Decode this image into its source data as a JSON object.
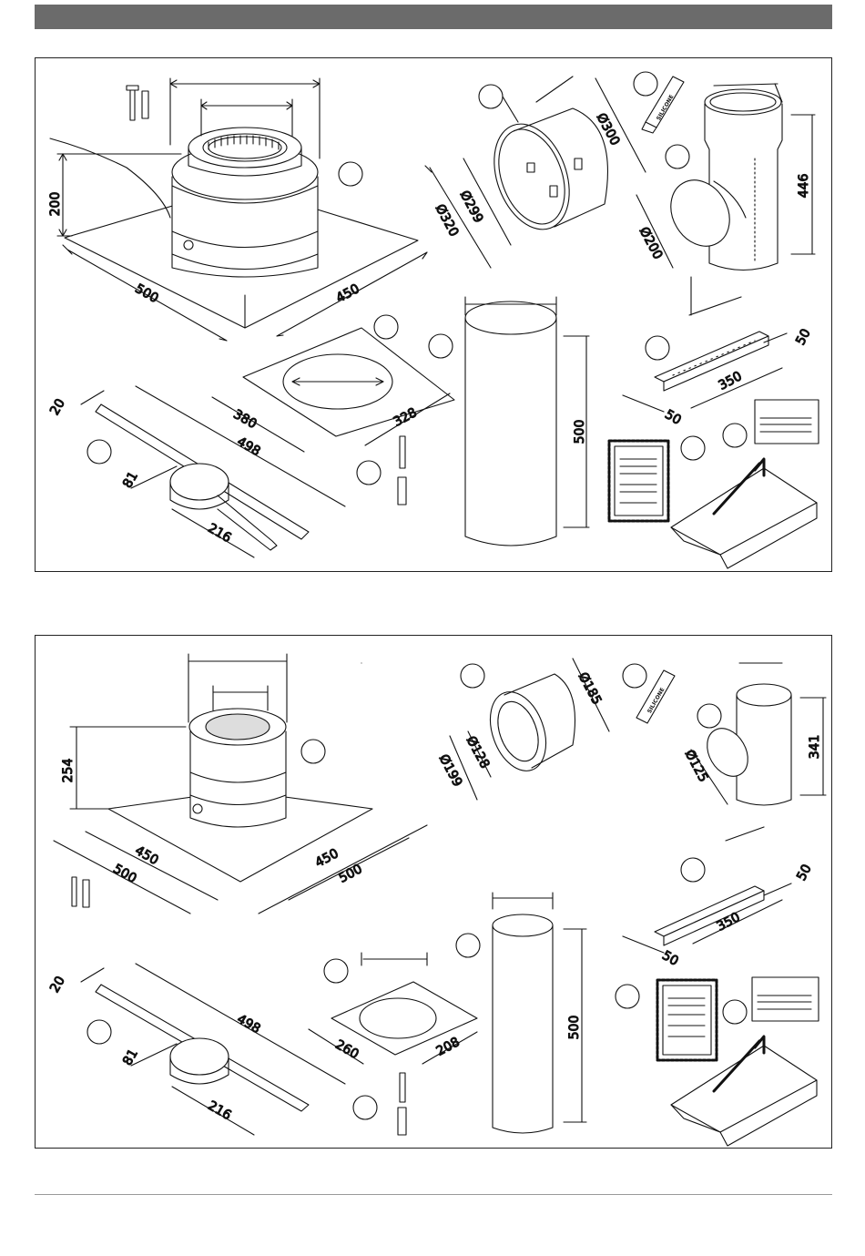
{
  "colors": {
    "header_bar": "#6b6b6b",
    "line": "#111111",
    "panel_border": "#222222"
  },
  "panel_top": {
    "dims": {
      "height_200": "200",
      "plate_500": "500",
      "plate_450": "450",
      "d320": "Ø320",
      "d299": "Ø299",
      "d300": "Ø300",
      "tee_446": "446",
      "tee_d200": "Ø200",
      "pipe_500": "500",
      "plate_380": "380",
      "plate_328": "328",
      "rail_50a": "50",
      "rail_350": "350",
      "rail_50b": "50",
      "band_20": "20",
      "band_498": "498",
      "band_81": "81",
      "band_216": "216"
    },
    "silicone_label": "SILICONE"
  },
  "panel_bottom": {
    "dims": {
      "height_254": "254",
      "plate_450a": "450",
      "plate_500a": "500",
      "plate_450b": "450",
      "plate_500b": "500",
      "d185": "Ø185",
      "d128": "Ø128",
      "d199": "Ø199",
      "tee_341": "341",
      "tee_d125": "Ø125",
      "pipe_500": "500",
      "plate_260": "260",
      "plate_208": "208",
      "rail_50a": "50",
      "rail_350": "350",
      "rail_50b": "50",
      "band_20": "20",
      "band_498": "498",
      "band_81": "81",
      "band_216": "216"
    },
    "silicone_label": "SILICONE"
  }
}
